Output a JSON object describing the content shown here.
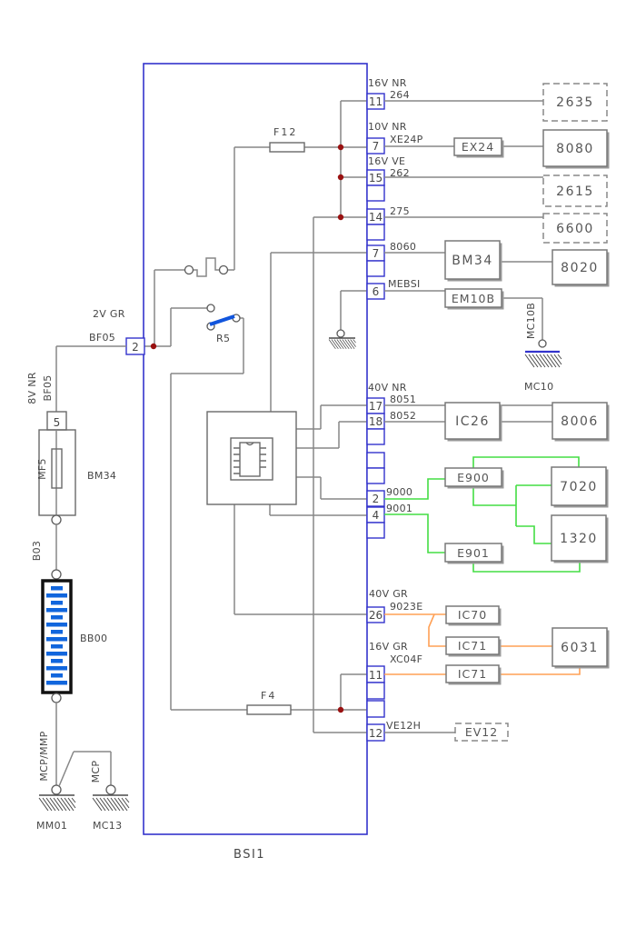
{
  "bsi_label": "BSI1",
  "internal": {
    "fuse_f12": "F12",
    "fuse_f4": "F4",
    "relay_r5": "R5"
  },
  "left_branch": {
    "label_2v_gr": "2V GR",
    "label_bf05": "BF05",
    "pin2": "2",
    "label_8v_nr": "8V NR",
    "label_bf05_vert": "BF05",
    "pin5": "5",
    "fuse_mf5": "MF5",
    "component_bm34": "BM34",
    "label_b03": "B03",
    "battery_bb00": "BB00",
    "label_mcp_mmp": "MCP/MMP",
    "label_mcp": "MCP",
    "ground_mm01": "MM01",
    "ground_mc13": "MC13"
  },
  "connector": {
    "pins": [
      {
        "num": "11",
        "volt": "16V NR",
        "wire": "264"
      },
      {
        "num": "7",
        "volt": "10V NR",
        "wire": "XE24P"
      },
      {
        "num": "15",
        "volt": "16V VE",
        "wire": "262"
      },
      {
        "num": "14",
        "volt": "",
        "wire": "275"
      },
      {
        "num": "7",
        "volt": "",
        "wire": "8060"
      },
      {
        "num": "6",
        "volt": "",
        "wire": "MEBSI"
      },
      {
        "num": "17",
        "volt": "40V NR",
        "wire": "8051"
      },
      {
        "num": "18",
        "volt": "",
        "wire": "8052"
      },
      {
        "num": "2",
        "volt": "",
        "wire": "9000"
      },
      {
        "num": "4",
        "volt": "",
        "wire": "9001"
      },
      {
        "num": "26",
        "volt": "40V GR",
        "wire": "9023E"
      },
      {
        "num": "11",
        "volt": "16V GR",
        "wire": "XC04F"
      },
      {
        "num": "12",
        "volt": "",
        "wire": "VE12H"
      }
    ]
  },
  "devices": {
    "d2635": "2635",
    "d8080": "8080",
    "ex24": "EX24",
    "d2615": "2615",
    "d6600": "6600",
    "bm34": "BM34",
    "d8020": "8020",
    "em10b": "EM10B",
    "ic26": "IC26",
    "d8006": "8006",
    "e900": "E900",
    "d7020": "7020",
    "e901": "E901",
    "d1320": "1320",
    "ic70": "IC70",
    "ic71a": "IC71",
    "d6031": "6031",
    "ic71b": "IC71",
    "ev12": "EV12"
  },
  "grounds": {
    "mc10b": "MC10B",
    "mc10": "MC10",
    "mm01": "MM01",
    "mc13": "MC13"
  },
  "colors": {
    "frame_blue": "#3333cc",
    "wire_gray": "#878787",
    "wire_green": "#44dd44",
    "wire_orange": "#ffa055",
    "junction_red": "#991111",
    "relay_blue": "#1155dd",
    "battery_blue": "#1166dd",
    "text": "#474747"
  }
}
